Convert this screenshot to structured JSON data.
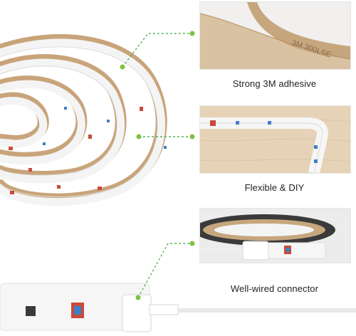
{
  "features": [
    {
      "label": "Strong 3M adhesive",
      "detail_icon": "adhesive-tape-icon",
      "liner_print": "3M 300LSE"
    },
    {
      "label": "Flexible & DIY",
      "detail_icon": "bent-strip-icon"
    },
    {
      "label": "Well-wired connector",
      "detail_icon": "connector-icon"
    }
  ],
  "colors": {
    "accent_dot": "#7ec242",
    "dashed_line": "#3aa63a",
    "strip": "#f4f4f4",
    "backing_tape": "#c9a47a",
    "wood": "#e6d3b7"
  }
}
